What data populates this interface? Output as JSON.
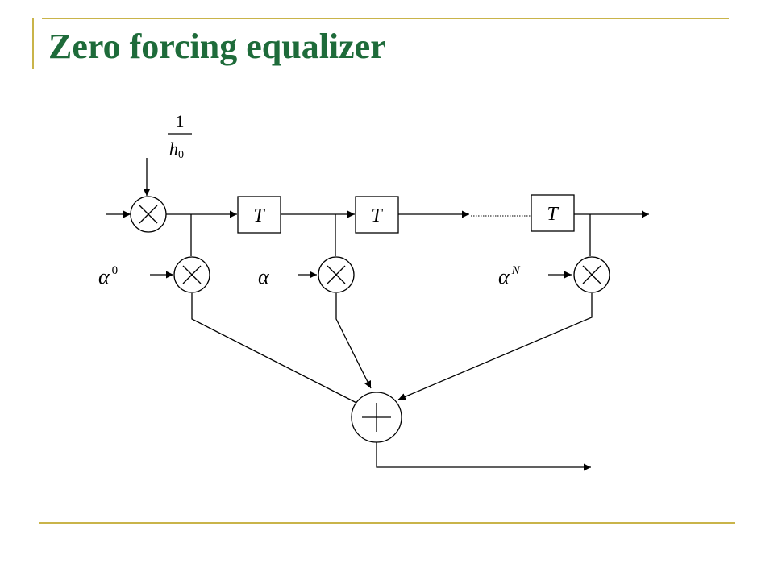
{
  "slide": {
    "title": "Zero forcing equalizer",
    "title_color": "#1e6b3a",
    "accent_color": "#c9b44a"
  },
  "diagram": {
    "gain": {
      "numerator": "1",
      "denominator_base": "h",
      "denominator_sub": "0"
    },
    "delays": [
      {
        "label": "T"
      },
      {
        "label": "T"
      },
      {
        "label": "T"
      }
    ],
    "coefficients": [
      {
        "base": "α",
        "sup": "0"
      },
      {
        "base": "α",
        "sup": ""
      },
      {
        "base": "α",
        "sup": "N"
      }
    ],
    "symbols": {
      "multiplier": "multiplier-icon",
      "adder": "adder-icon"
    },
    "line_color": "#000000"
  }
}
